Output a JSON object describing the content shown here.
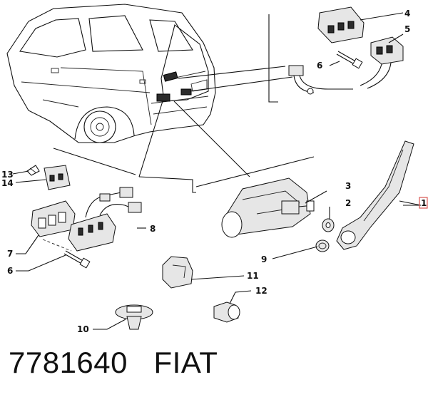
{
  "callouts": {
    "c1": "1",
    "c2": "2",
    "c3": "3",
    "c4": "4",
    "c5": "5",
    "c6a": "6",
    "c6b": "6",
    "c7": "7",
    "c8": "8",
    "c9": "9",
    "c10": "10",
    "c11": "11",
    "c12": "12",
    "c13": "13",
    "c14": "14"
  },
  "footer": {
    "part_number": "7781640",
    "brand": "FIAT"
  },
  "colors": {
    "ink": "#111111",
    "highlight_box": "#d9534f",
    "part_fill": "#e6e6e6"
  }
}
